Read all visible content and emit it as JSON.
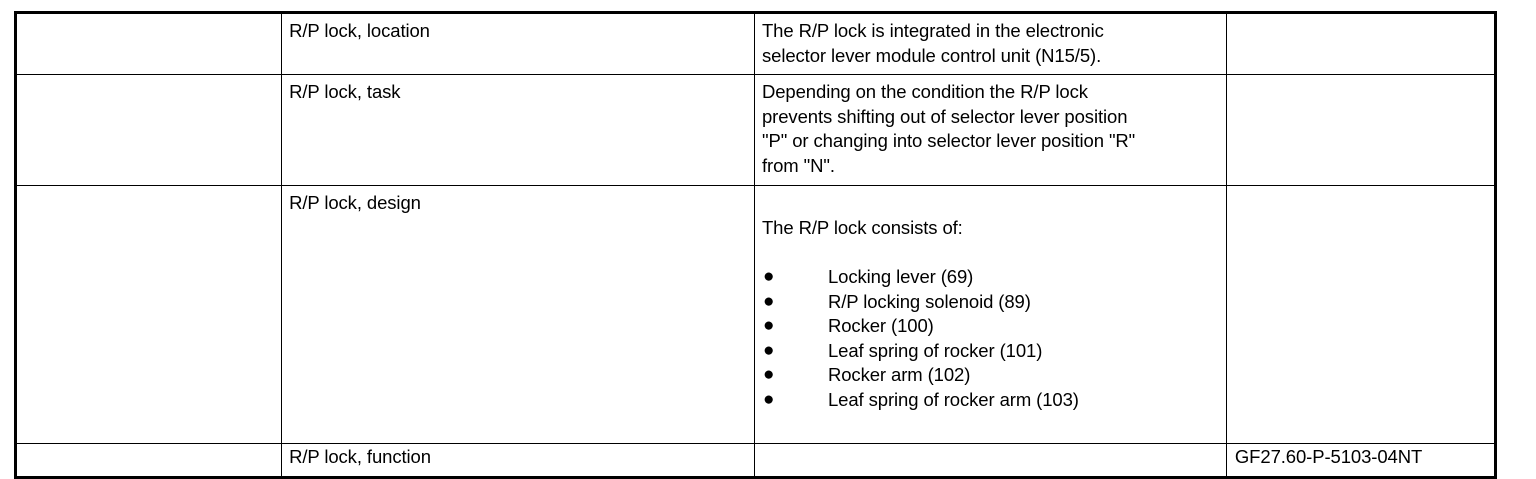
{
  "document": {
    "type": "technical-service-table",
    "colors": {
      "text": "#000000",
      "border": "#000000",
      "background": "#ffffff"
    },
    "table": {
      "columns": [
        {
          "key": "blank",
          "header": ""
        },
        {
          "key": "label",
          "header": ""
        },
        {
          "key": "description",
          "header": ""
        },
        {
          "key": "reference",
          "header": ""
        }
      ],
      "rows": [
        {
          "id": "r-p-lock-location",
          "blank": "",
          "label": "R/P lock, location",
          "description": "The R/P lock is integrated in the electronic\nselector lever module control unit (N15/5).",
          "bullets": [],
          "reference": ""
        },
        {
          "id": "r-p-lock-task",
          "blank": "",
          "label": "R/P lock, task",
          "description": "Depending on the condition the R/P lock\nprevents shifting out of selector lever position\n\"P\" or changing into selector lever position \"R\"\nfrom \"N\".",
          "bullets": [],
          "reference": ""
        },
        {
          "id": "r-p-lock-design",
          "blank": "",
          "label": "R/P lock, design",
          "description": "The R/P lock consists of:",
          "bullet_glyph": "●",
          "bullets": [
            "Locking lever (69)",
            "R/P locking solenoid (89)",
            "Rocker (100)",
            "Leaf spring of rocker (101)",
            "Rocker arm (102)",
            "Leaf spring of rocker arm (103)"
          ],
          "reference": ""
        },
        {
          "id": "r-p-lock-function",
          "blank": "",
          "label": "R/P lock, function",
          "description": "",
          "bullets": [],
          "reference": "GF27.60-P-5103-04NT"
        }
      ]
    }
  }
}
